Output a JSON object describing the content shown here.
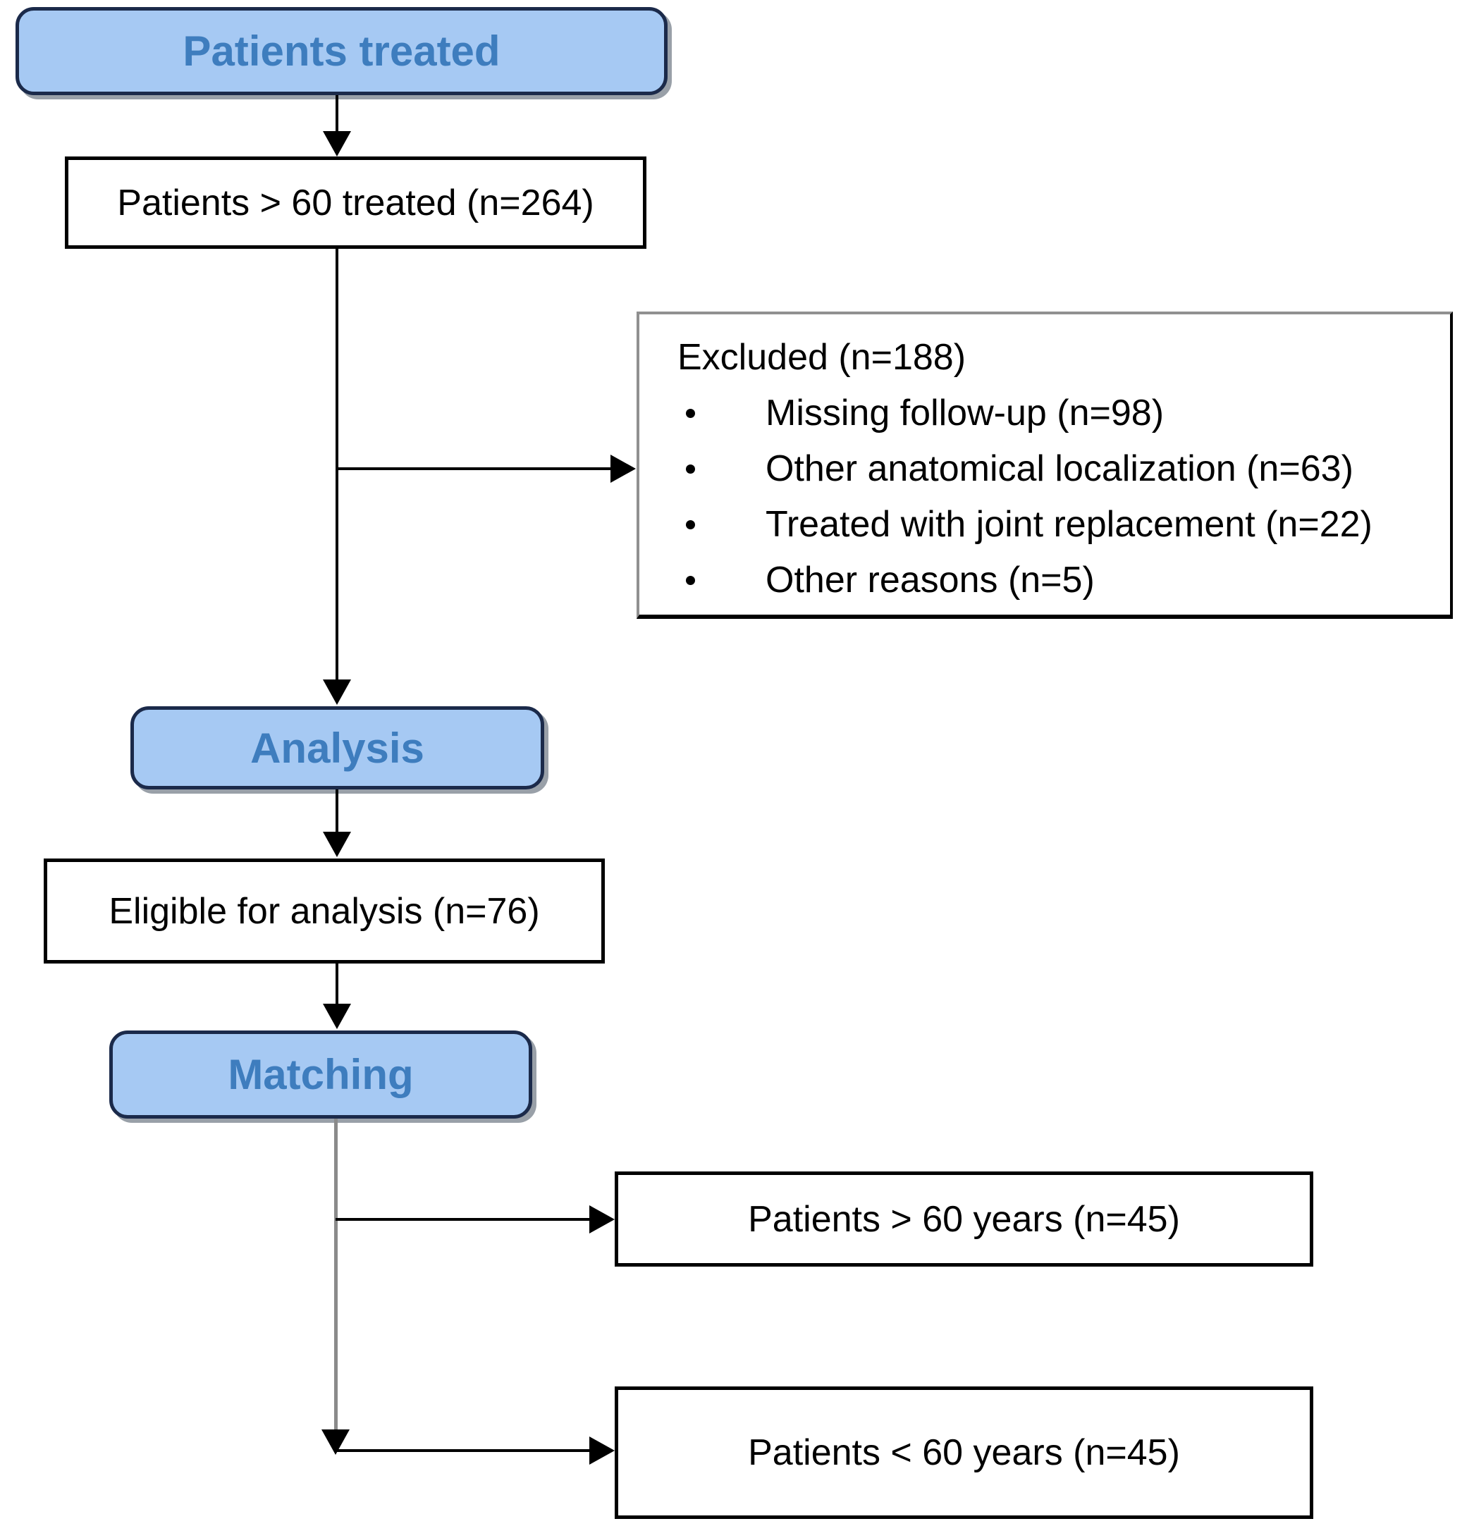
{
  "flowchart": {
    "nodes": {
      "patients_treated": "Patients treated",
      "patients_over60_treated": "Patients > 60 treated (n=264)",
      "excluded_title": "Excluded (n=188)",
      "excluded_items": [
        "Missing follow-up (n=98)",
        "Other anatomical localization (n=63)",
        "Treated with joint replacement (n=22)",
        "Other reasons (n=5)"
      ],
      "analysis": "Analysis",
      "eligible": "Eligible for analysis (n=76)",
      "matching": "Matching",
      "over60": "Patients > 60 years (n=45)",
      "under60": "Patients < 60 years (n=45)"
    },
    "colors": {
      "stage_fill": "#A6C9F3",
      "stage_border": "#1B2A4A",
      "stage_text": "#3E7DBE",
      "box_border": "#000000",
      "connector_black": "#000000",
      "connector_gray": "#8A8A8A",
      "background": "#FFFFFF"
    }
  }
}
